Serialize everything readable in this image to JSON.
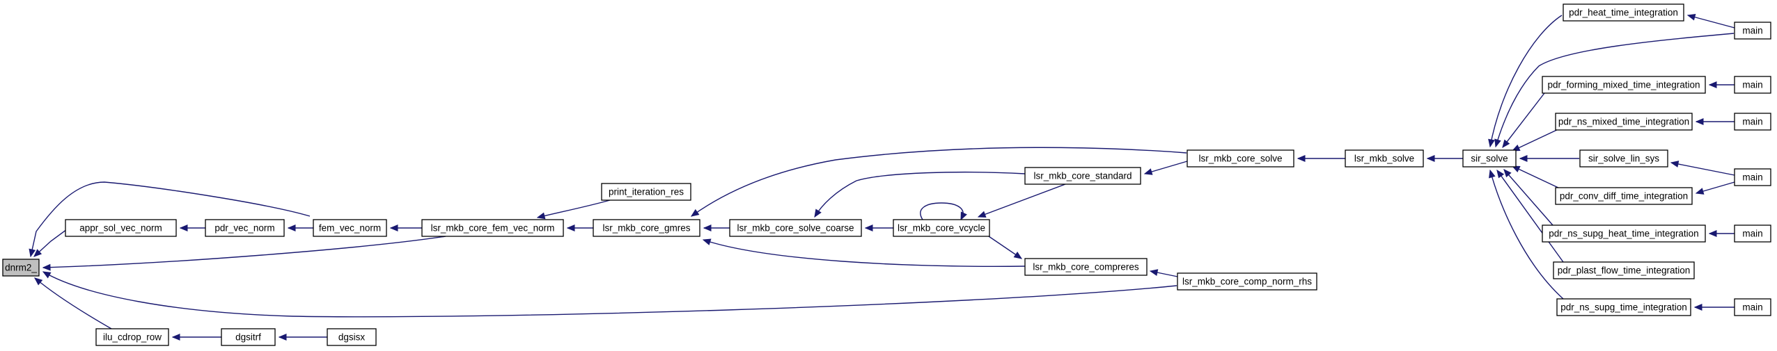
{
  "graph": {
    "title": "",
    "root": "dnrm2",
    "nodes": {
      "dnrm2": "dnrm2_",
      "appr_sol_vec_norm": "appr_sol_vec_norm",
      "pdr_vec_norm": "pdr_vec_norm",
      "fem_vec_norm": "fem_vec_norm",
      "lsr_mkb_core_fem_vec_norm": "lsr_mkb_core_fem_vec_norm",
      "print_iteration_res": "print_iteration_res",
      "lsr_mkb_core_gmres": "lsr_mkb_core_gmres",
      "lsr_mkb_core_solve_coarse": "lsr_mkb_core_solve_coarse",
      "lsr_mkb_core_vcycle": "lsr_mkb_core_vcycle",
      "lsr_mkb_core_standard": "lsr_mkb_core_standard",
      "lsr_mkb_core_compreres": "lsr_mkb_core_compreres",
      "lsr_mkb_core_solve": "lsr_mkb_core_solve",
      "lsr_mkb_core_comp_norm_rhs": "lsr_mkb_core_comp_norm_rhs",
      "lsr_mkb_solve": "lsr_mkb_solve",
      "sir_solve": "sir_solve",
      "pdr_heat_time_integration": "pdr_heat_time_integration",
      "pdr_forming_mixed_time_integration": "pdr_forming_mixed_time_integration",
      "pdr_ns_mixed_time_integration": "pdr_ns_mixed_time_integration",
      "sir_solve_lin_sys": "sir_solve_lin_sys",
      "pdr_conv_diff_time_integration": "pdr_conv_diff_time_integration",
      "pdr_ns_supg_heat_time_integration": "pdr_ns_supg_heat_time_integration",
      "pdr_plast_flow_time_integration": "pdr_plast_flow_time_integration",
      "pdr_ns_supg_time_integration": "pdr_ns_supg_time_integration",
      "main_1": "main",
      "main_2": "main",
      "main_3": "main",
      "main_4": "main",
      "main_5": "main",
      "main_6": "main",
      "ilu_cdrop_row": "ilu_cdrop_row",
      "dgsitrf": "dgsitrf",
      "dgsisx": "dgsisx"
    },
    "edges": [
      [
        "appr_sol_vec_norm",
        "dnrm2"
      ],
      [
        "fem_vec_norm",
        "dnrm2"
      ],
      [
        "lsr_mkb_core_fem_vec_norm",
        "dnrm2"
      ],
      [
        "lsr_mkb_core_comp_norm_rhs",
        "dnrm2"
      ],
      [
        "ilu_cdrop_row",
        "dnrm2"
      ],
      [
        "pdr_vec_norm",
        "appr_sol_vec_norm"
      ],
      [
        "fem_vec_norm",
        "pdr_vec_norm"
      ],
      [
        "lsr_mkb_core_fem_vec_norm",
        "fem_vec_norm"
      ],
      [
        "print_iteration_res",
        "lsr_mkb_core_fem_vec_norm"
      ],
      [
        "lsr_mkb_core_gmres",
        "lsr_mkb_core_fem_vec_norm"
      ],
      [
        "lsr_mkb_core_solve_coarse",
        "lsr_mkb_core_gmres"
      ],
      [
        "lsr_mkb_core_solve",
        "lsr_mkb_core_gmres"
      ],
      [
        "lsr_mkb_core_compreres",
        "lsr_mkb_core_gmres"
      ],
      [
        "lsr_mkb_core_vcycle",
        "lsr_mkb_core_solve_coarse"
      ],
      [
        "lsr_mkb_core_standard",
        "lsr_mkb_core_solve_coarse"
      ],
      [
        "lsr_mkb_core_vcycle",
        "lsr_mkb_core_vcycle"
      ],
      [
        "lsr_mkb_core_standard",
        "lsr_mkb_core_vcycle"
      ],
      [
        "lsr_mkb_core_vcycle",
        "lsr_mkb_core_compreres"
      ],
      [
        "lsr_mkb_core_comp_norm_rhs",
        "lsr_mkb_core_compreres"
      ],
      [
        "lsr_mkb_core_solve",
        "lsr_mkb_core_standard"
      ],
      [
        "lsr_mkb_solve",
        "lsr_mkb_core_solve"
      ],
      [
        "sir_solve",
        "lsr_mkb_solve"
      ],
      [
        "pdr_heat_time_integration",
        "sir_solve"
      ],
      [
        "main_1",
        "sir_solve"
      ],
      [
        "pdr_forming_mixed_time_integration",
        "sir_solve"
      ],
      [
        "pdr_ns_mixed_time_integration",
        "sir_solve"
      ],
      [
        "sir_solve_lin_sys",
        "sir_solve"
      ],
      [
        "pdr_conv_diff_time_integration",
        "sir_solve"
      ],
      [
        "pdr_ns_supg_heat_time_integration",
        "sir_solve"
      ],
      [
        "pdr_plast_flow_time_integration",
        "sir_solve"
      ],
      [
        "pdr_ns_supg_time_integration",
        "sir_solve"
      ],
      [
        "main_1",
        "pdr_heat_time_integration"
      ],
      [
        "main_2",
        "pdr_forming_mixed_time_integration"
      ],
      [
        "main_3",
        "pdr_ns_mixed_time_integration"
      ],
      [
        "main_4",
        "sir_solve_lin_sys"
      ],
      [
        "main_4",
        "pdr_conv_diff_time_integration"
      ],
      [
        "main_5",
        "pdr_ns_supg_heat_time_integration"
      ],
      [
        "main_6",
        "pdr_ns_supg_time_integration"
      ],
      [
        "dgsitrf",
        "ilu_cdrop_row"
      ],
      [
        "dgsisx",
        "dgsitrf"
      ]
    ]
  }
}
